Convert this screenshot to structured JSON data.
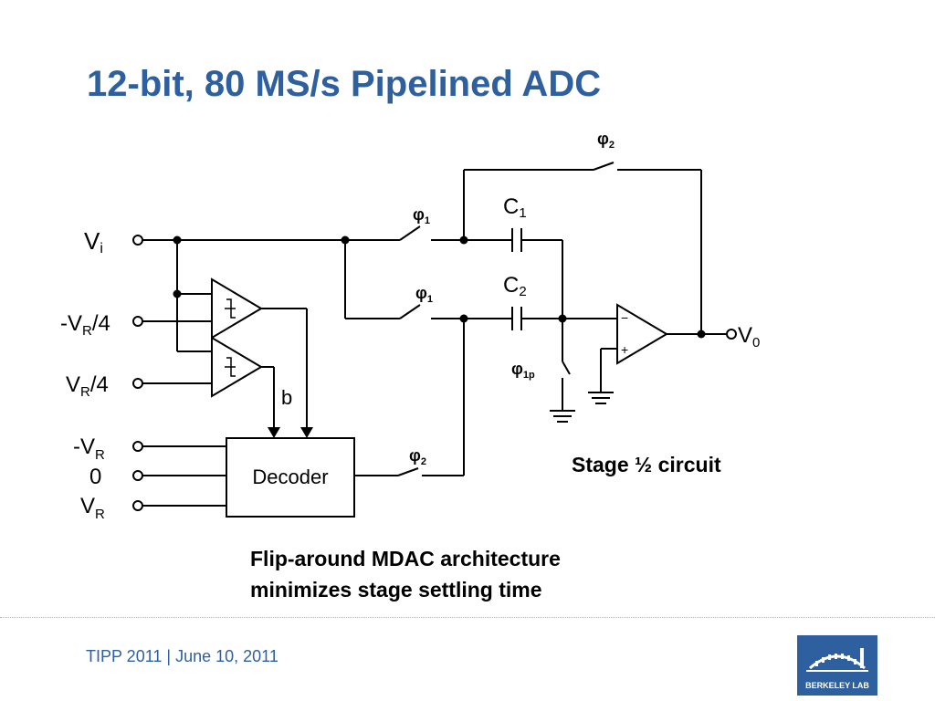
{
  "slide": {
    "title": "12-bit, 80 MS/s Pipelined ADC"
  },
  "diagram": {
    "inputs": {
      "vi": "V",
      "vi_sub": "i",
      "neg_vr4_pre": "-V",
      "neg_vr4_sub": "R",
      "neg_vr4_post": "/4",
      "vr4_pre": "V",
      "vr4_sub": "R",
      "vr4_post": "/4",
      "neg_vr_pre": "-V",
      "neg_vr_sub": "R",
      "zero": "0",
      "vr_pre": "V",
      "vr_sub": "R"
    },
    "output": {
      "pre": "V",
      "sub": "0"
    },
    "switches": {
      "phi": "φ",
      "s1": "1",
      "s2": "2",
      "s1p": "1p"
    },
    "capacitors": {
      "c1_pre": "C",
      "c1_sub": "1",
      "c2_pre": "C",
      "c2_sub": "2"
    },
    "decoder_label": "Decoder",
    "bit_label": "b",
    "opamp_minus": "−",
    "opamp_plus": "+"
  },
  "captions": {
    "stage": "Stage ½ circuit",
    "note_line1": "Flip-around MDAC architecture",
    "note_line2": "minimizes stage settling time"
  },
  "footer": {
    "text": "TIPP 2011 | June 10, 2011",
    "logo_text": "BERKELEY LAB"
  },
  "colors": {
    "title": "#2e5f9e",
    "footer": "#2e5f9e",
    "logo_bg": "#2e5f9e"
  }
}
